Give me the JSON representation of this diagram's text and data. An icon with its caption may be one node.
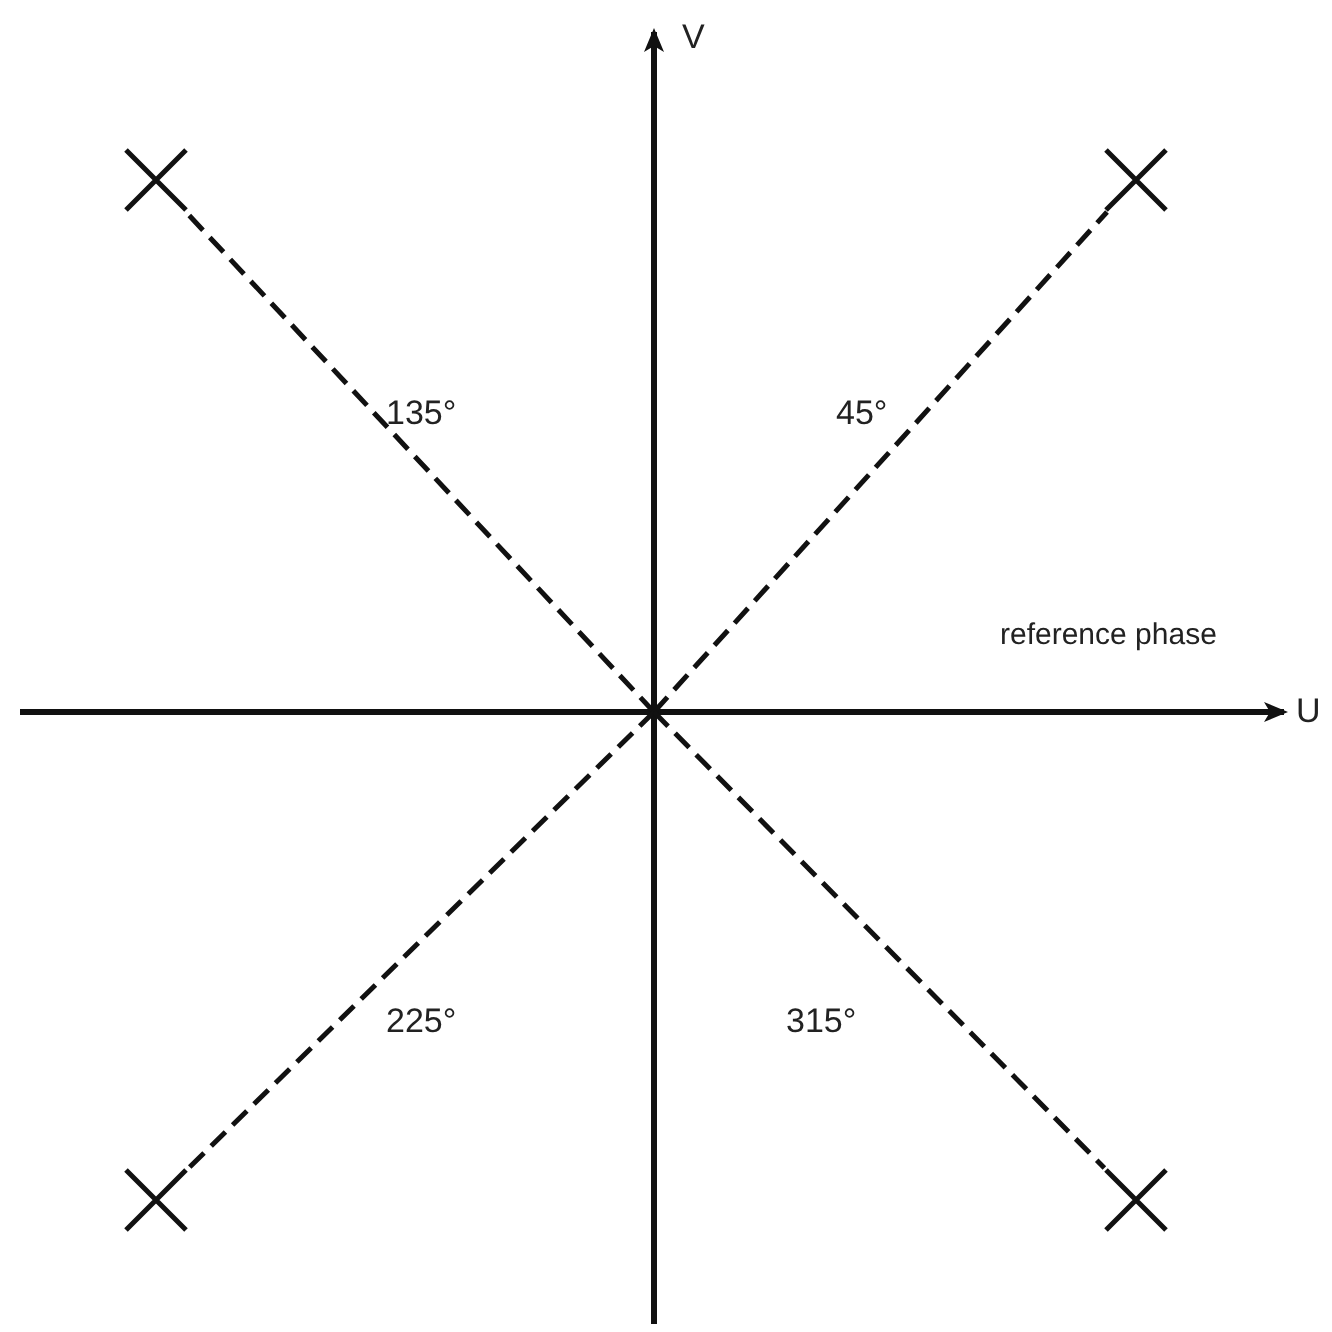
{
  "diagram": {
    "nodes": [
      {
        "text": [],
        "shape": "cross"
      },
      {
        "text": [],
        "shape": "cross"
      },
      {
        "text": [],
        "shape": "cross"
      },
      {
        "text": [],
        "shape": "cross"
      }
    ],
    "edges": [
      {
        "from": null,
        "to": 0,
        "arrow": "none",
        "style": "dashed"
      },
      {
        "from": null,
        "to": 1,
        "arrow": "none",
        "style": "dashed"
      },
      {
        "from": null,
        "to": 2,
        "arrow": "none",
        "style": "dashed"
      },
      {
        "from": null,
        "to": 3,
        "arrow": "none",
        "style": "dashed"
      }
    ],
    "labels": [
      "V",
      "135°",
      "45°",
      "reference phase",
      "U",
      "225°",
      "315°"
    ]
  }
}
